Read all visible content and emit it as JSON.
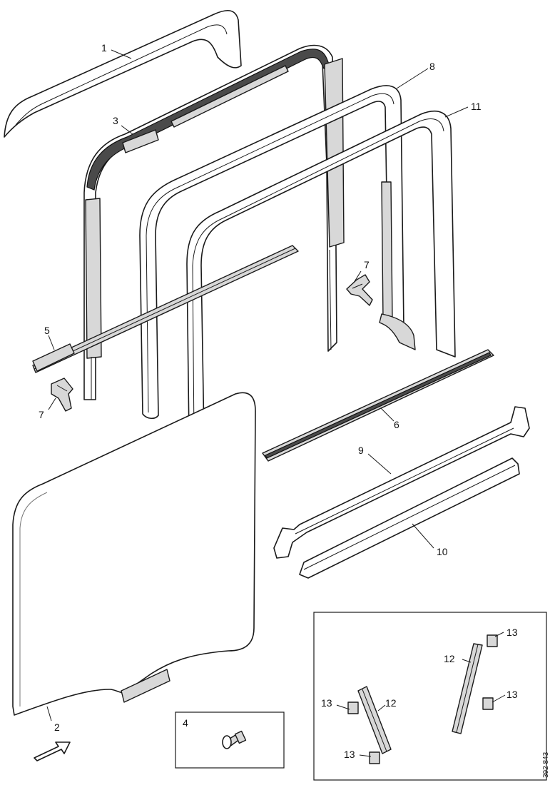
{
  "callouts": {
    "c1": "1",
    "c2": "2",
    "c3": "3",
    "c4": "4",
    "c5": "5",
    "c6": "6",
    "c7a": "7",
    "c7b": "7",
    "c8": "8",
    "c9": "9",
    "c10": "10",
    "c11": "11",
    "c12a": "12",
    "c12b": "12",
    "c13a": "13",
    "c13b": "13",
    "c13c": "13",
    "c13d": "13"
  },
  "reference_code": "392 843",
  "icons": {
    "direction": "arrow-up-right-icon"
  }
}
